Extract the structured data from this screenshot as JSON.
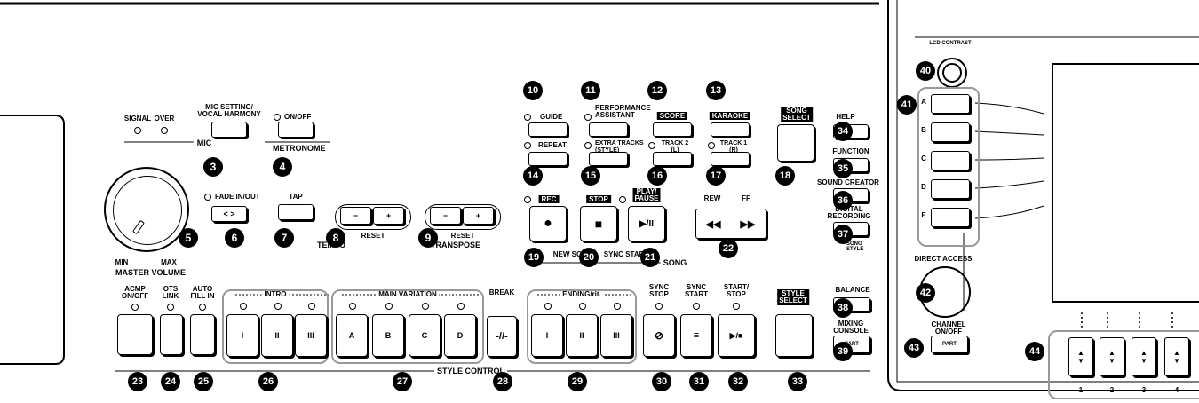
{
  "mic": {
    "signal": "SIGNAL",
    "over": "OVER",
    "mic_setting": "MIC SETTING/\nVOCAL HARMONY",
    "mic": "MIC"
  },
  "metronome": {
    "on_off": "ON/OFF",
    "label": "METRONOME"
  },
  "fade": "FADE IN/OUT",
  "fade_btn": "< >",
  "tap": "TAP",
  "tempo": {
    "minus": "−",
    "plus": "+",
    "reset": "RESET",
    "label": "TEMPO"
  },
  "transpose": {
    "minus": "−",
    "plus": "+",
    "reset": "RESET",
    "label": "TRANSPOSE"
  },
  "volume": {
    "min": "MIN",
    "max": "MAX",
    "label": "MASTER VOLUME"
  },
  "song_buttons": {
    "guide": "GUIDE",
    "perf": "PERFORMANCE\nASSISTANT",
    "score": "SCORE",
    "karaoke": "KARAOKE",
    "repeat": "REPEAT",
    "extra": "EXTRA TRACKS\n(STYLE)",
    "track2": "TRACK 2\n(L)",
    "track1": "TRACK 1\n(R)",
    "song_select": "SONG\nSELECT",
    "rec": "REC",
    "stop": "STOP",
    "play": "PLAY/\nPAUSE",
    "rew": "REW",
    "ff": "FF",
    "new_song": "NEW SONG",
    "sync_start": "SYNC START",
    "song": "SONG"
  },
  "right_panel": {
    "help": "HELP",
    "function": "FUNCTION",
    "sound_creator": "SOUND CREATOR",
    "digital": "DIGITAL\nRECORDING",
    "song_style": "SONG\nSTYLE",
    "lcd": "LCD CONTRAST",
    "direct": "DIRECT ACCESS",
    "channel": "CHANNEL\nON/OFF",
    "part": "PART",
    "balance": "BALANCE",
    "mixing": "MIXING\nCONSOLE",
    "ab": [
      "A",
      "B",
      "C",
      "D",
      "E"
    ],
    "faders": [
      "1",
      "2",
      "3",
      "4"
    ]
  },
  "style": {
    "acmp": "ACMP\nON/OFF",
    "ots": "OTS\nLINK",
    "auto": "AUTO\nFILL IN",
    "intro": "INTRO",
    "main": "MAIN VARIATION",
    "break": "BREAK",
    "ending": "ENDING/rit.",
    "sync_stop": "SYNC\nSTOP",
    "sync_start": "SYNC\nSTART",
    "start_stop": "START/\nSTOP",
    "style_select": "STYLE\nSELECT",
    "control": "STYLE CONTROL",
    "intro_keys": [
      "I",
      "II",
      "III"
    ],
    "main_keys": [
      "A",
      "B",
      "C",
      "D"
    ],
    "ending_keys": [
      "I",
      "II",
      "III"
    ]
  },
  "callouts": [
    "3",
    "4",
    "5",
    "6",
    "7",
    "8",
    "9",
    "10",
    "11",
    "12",
    "13",
    "14",
    "15",
    "16",
    "17",
    "18",
    "19",
    "20",
    "21",
    "22",
    "23",
    "24",
    "25",
    "26",
    "27",
    "28",
    "29",
    "30",
    "31",
    "32",
    "33",
    "34",
    "35",
    "36",
    "37",
    "38",
    "39",
    "40",
    "41",
    "42",
    "43",
    "44"
  ]
}
